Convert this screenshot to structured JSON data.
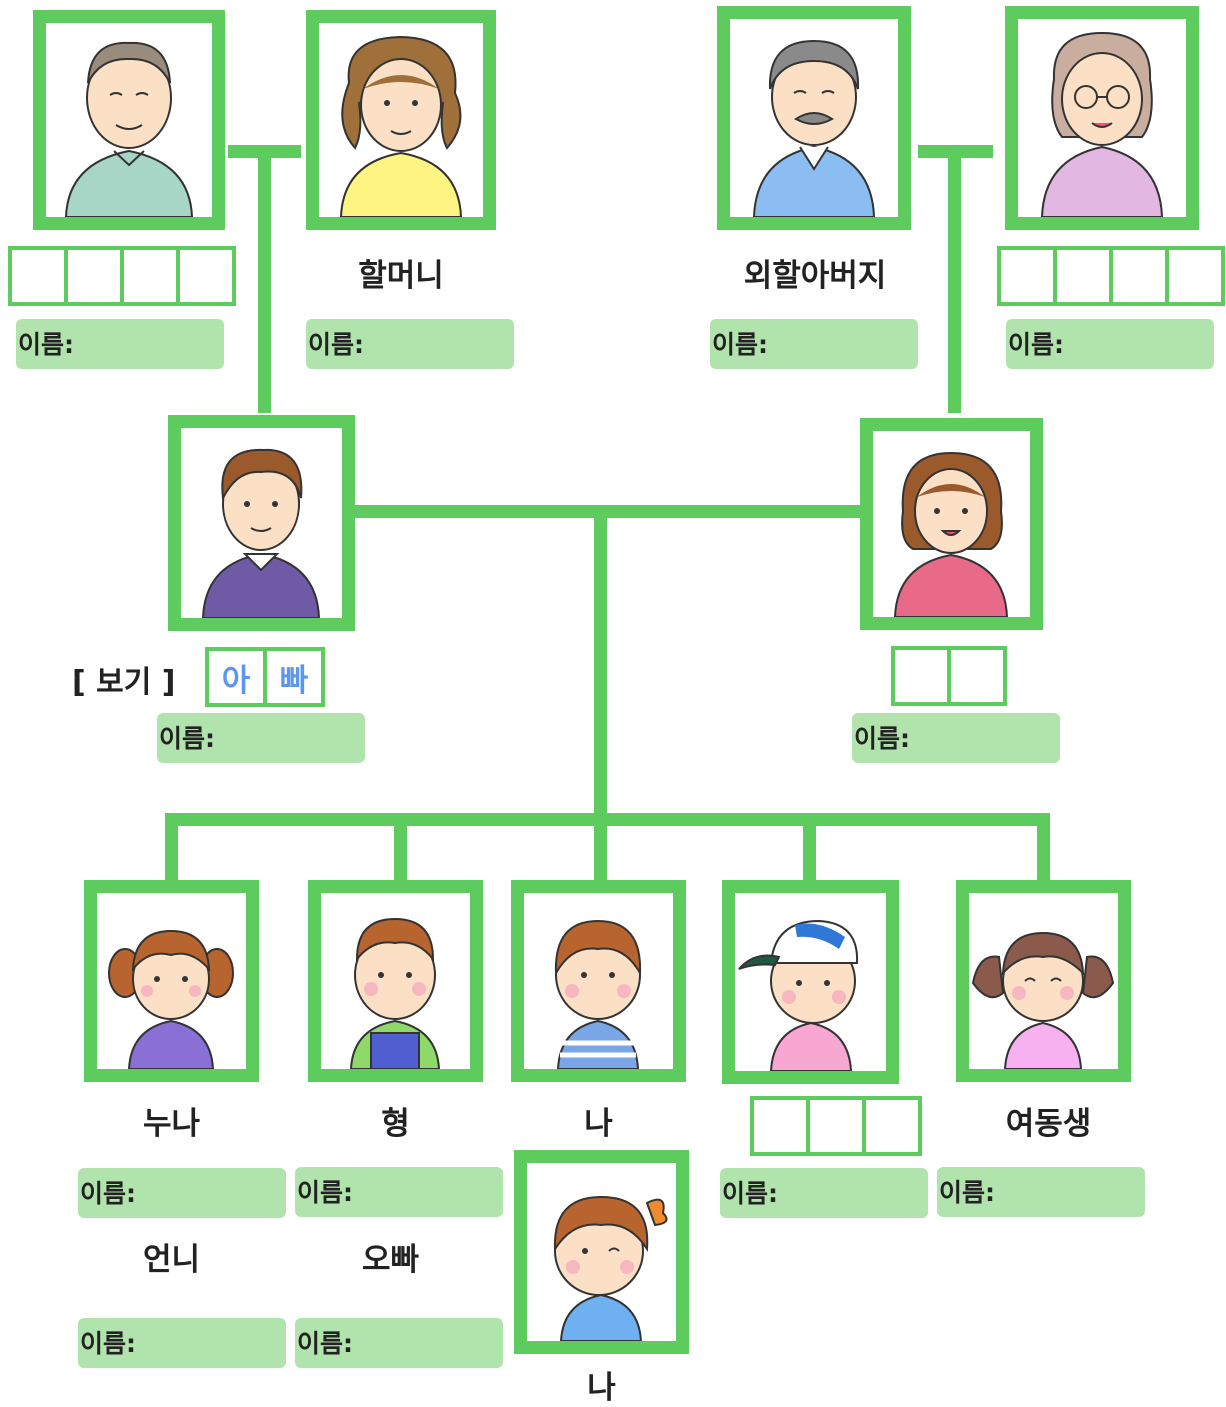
{
  "name_prefix": "이름:",
  "example": {
    "label": "[ 보기 ]",
    "chars": [
      "아",
      "빠"
    ]
  },
  "labels": {
    "grandmother": "할머니",
    "maternal_grandfather": "외할아버지",
    "older_sister_male": "누나",
    "older_brother_male": "형",
    "me": "나",
    "younger_sister": "여동생",
    "older_sister_female": "언니",
    "older_brother_female": "오빠",
    "me_girl": "나"
  },
  "colors": {
    "frame": "#5ecb5e",
    "name_field": "#b1e4ad",
    "example_text": "#5b97f0"
  }
}
